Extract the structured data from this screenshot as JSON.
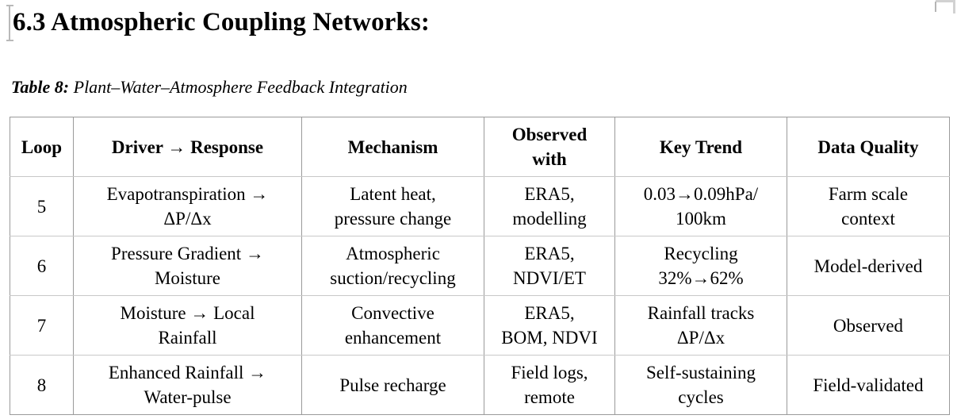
{
  "document": {
    "heading": "6.3 Atmospheric Coupling Networks:",
    "caption_label": "Table 8:",
    "caption_text": "Plant–Water–Atmosphere Feedback Integration",
    "caret_icon": "text-caret-icon",
    "margin_guide_icon": "page-margin-corner-icon",
    "colors": {
      "text": "#000000",
      "page_background": "#ffffff",
      "table_outer_border": "#9a9a9a",
      "table_inner_border": "#c8c8c8",
      "caret": "#b9b9b9",
      "margin_guide": "#d2d2d2"
    }
  },
  "table": {
    "columns": [
      "Loop",
      "Driver → Response",
      "Observed with",
      "Mechanism",
      "Key Trend",
      "Data Quality"
    ],
    "headers": {
      "loop": "Loop",
      "driver": "Driver → Response",
      "mechanism": "Mechanism",
      "observed_line1": "Observed",
      "observed_line2": "with",
      "key_trend": "Key Trend",
      "data_quality": "Data Quality"
    },
    "rows": [
      {
        "loop": "5",
        "driver_line1": "Evapotranspiration →",
        "driver_line2": "ΔP/Δx",
        "mechanism_line1": "Latent heat,",
        "mechanism_line2": "pressure change",
        "observed_line1": "ERA5,",
        "observed_line2": "modelling",
        "trend_line1": "0.03→0.09hPa/",
        "trend_line2": "100km",
        "quality_line1": "Farm scale",
        "quality_line2": "context"
      },
      {
        "loop": "6",
        "driver_line1": "Pressure Gradient →",
        "driver_line2": "Moisture",
        "mechanism_line1": "Atmospheric",
        "mechanism_line2": "suction/recycling",
        "observed_line1": "ERA5,",
        "observed_line2": "NDVI/ET",
        "trend_line1": "Recycling",
        "trend_line2": "32%→62%",
        "quality_line1": "Model-derived",
        "quality_line2": ""
      },
      {
        "loop": "7",
        "driver_line1": "Moisture → Local",
        "driver_line2": "Rainfall",
        "mechanism_line1": "Convective",
        "mechanism_line2": "enhancement",
        "observed_line1": "ERA5,",
        "observed_line2": "BOM, NDVI",
        "trend_line1": "Rainfall tracks",
        "trend_line2": "ΔP/Δx",
        "quality_line1": "Observed",
        "quality_line2": ""
      },
      {
        "loop": "8",
        "driver_line1": "Enhanced Rainfall →",
        "driver_line2": "Water-pulse",
        "mechanism_line1": "Pulse recharge",
        "mechanism_line2": "",
        "observed_line1": "Field logs,",
        "observed_line2": "remote",
        "trend_line1": "Self-sustaining",
        "trend_line2": "cycles",
        "quality_line1": "Field-validated",
        "quality_line2": ""
      }
    ]
  }
}
